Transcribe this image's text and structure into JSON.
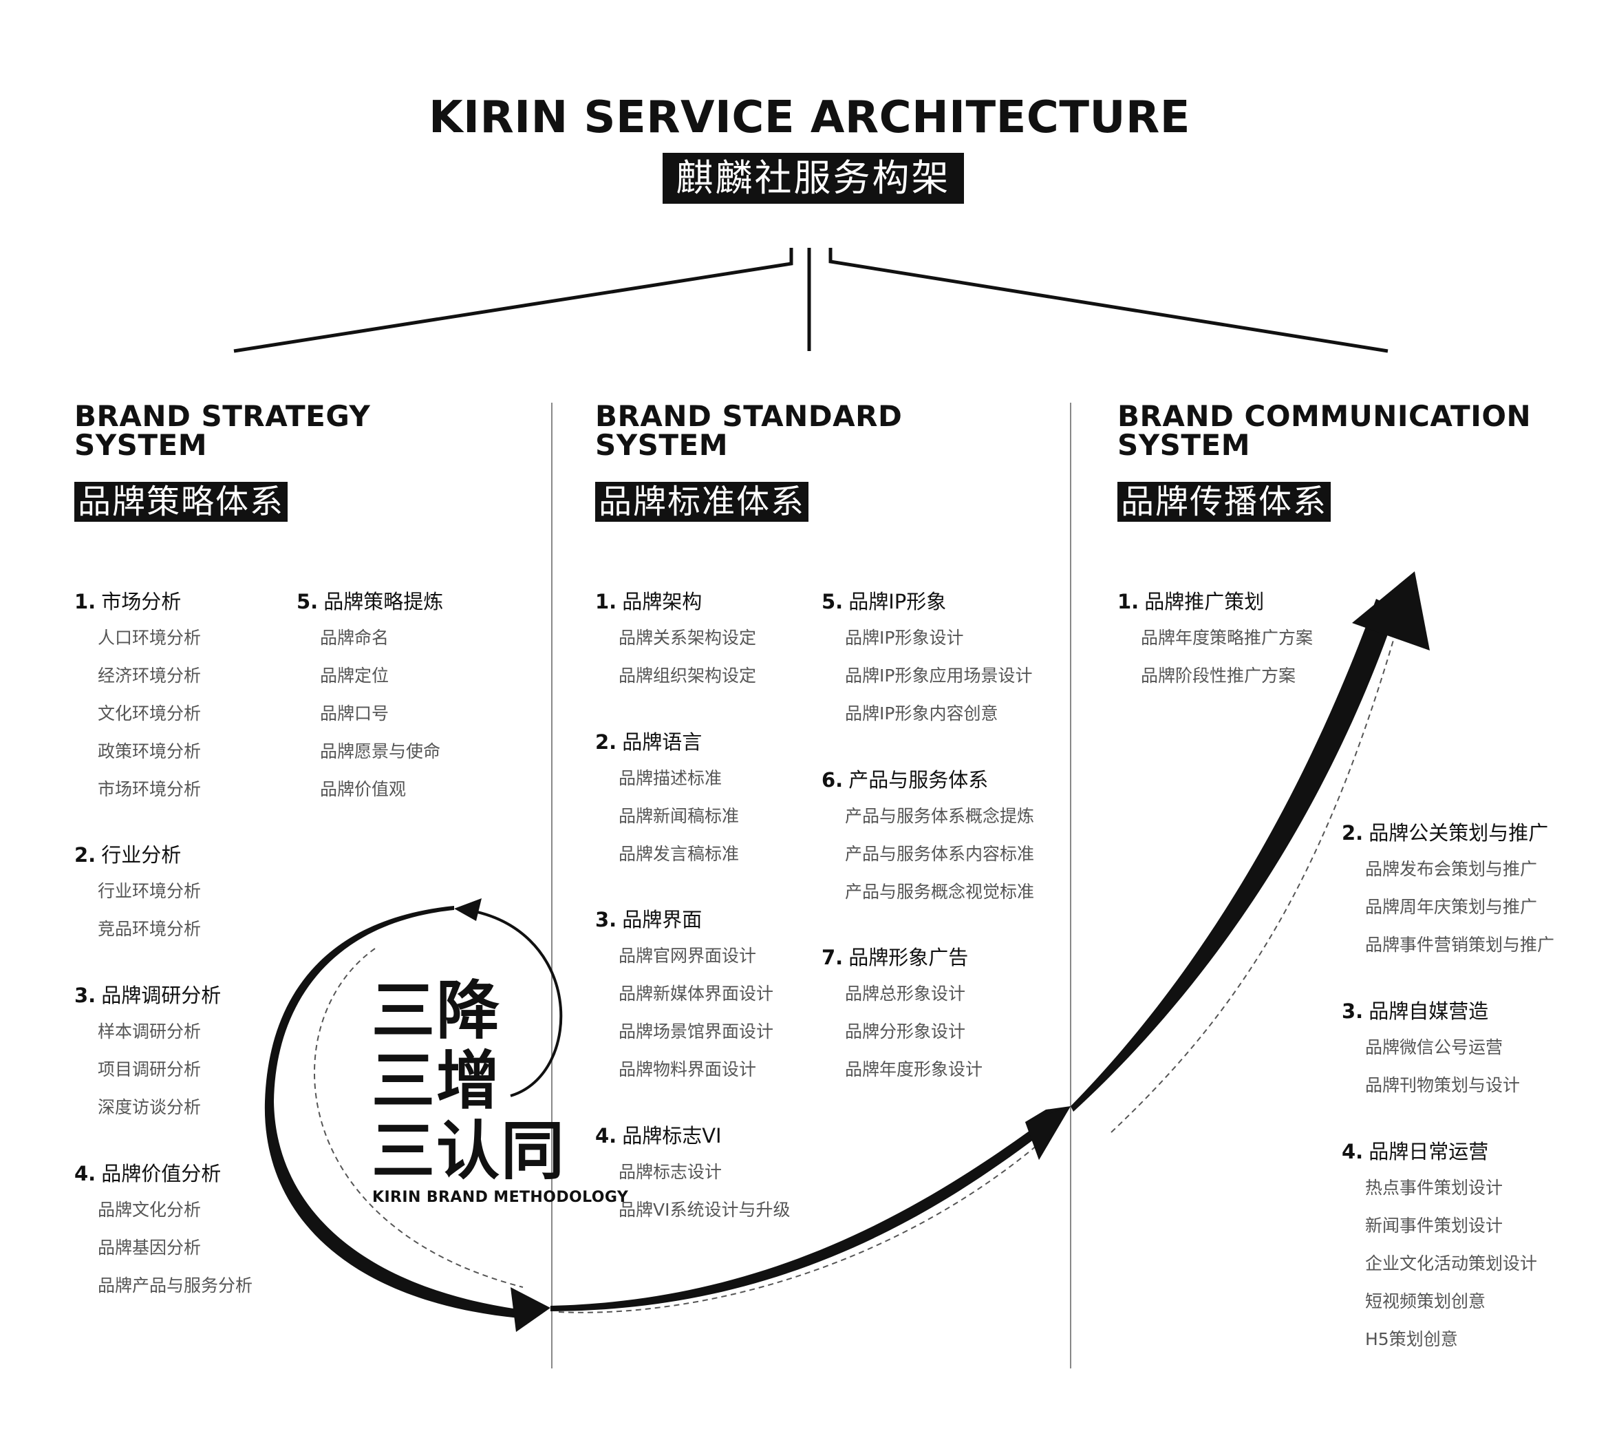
{
  "header": {
    "title": "KIRIN SERVICE ARCHITECTURE",
    "subtitle": "麒麟社服务构架"
  },
  "systems": [
    {
      "title_line1": "BRAND STRATEGY",
      "title_line2": "SYSTEM",
      "title_cn": "品牌策略体系",
      "sections": [
        {
          "num": "1.",
          "title": "市场分析",
          "items": [
            "人口环境分析",
            "经济环境分析",
            "文化环境分析",
            "政策环境分析",
            "市场环境分析"
          ]
        },
        {
          "num": "2.",
          "title": "行业分析",
          "items": [
            "行业环境分析",
            "竞品环境分析"
          ]
        },
        {
          "num": "3.",
          "title": "品牌调研分析",
          "items": [
            "样本调研分析",
            "项目调研分析",
            "深度访谈分析"
          ]
        },
        {
          "num": "4.",
          "title": "品牌价值分析",
          "items": [
            "品牌文化分析",
            "品牌基因分析",
            "品牌产品与服务分析"
          ]
        },
        {
          "num": "5.",
          "title": "品牌策略提炼",
          "items": [
            "品牌命名",
            "品牌定位",
            "品牌口号",
            "品牌愿景与使命",
            "品牌价值观"
          ]
        }
      ]
    },
    {
      "title_line1": "BRAND STANDARD",
      "title_line2": "SYSTEM",
      "title_cn": "品牌标准体系",
      "sections": [
        {
          "num": "1.",
          "title": "品牌架构",
          "items": [
            "品牌关系架构设定",
            "品牌组织架构设定"
          ]
        },
        {
          "num": "2.",
          "title": "品牌语言",
          "items": [
            "品牌描述标准",
            "品牌新闻稿标准",
            "品牌发言稿标准"
          ]
        },
        {
          "num": "3.",
          "title": "品牌界面",
          "items": [
            "品牌官网界面设计",
            "品牌新媒体界面设计",
            "品牌场景馆界面设计",
            "品牌物料界面设计"
          ]
        },
        {
          "num": "4.",
          "title": "品牌标志VI",
          "items": [
            "品牌标志设计",
            "品牌VI系统设计与升级"
          ]
        },
        {
          "num": "5.",
          "title": "品牌IP形象",
          "items": [
            "品牌IP形象设计",
            "品牌IP形象应用场景设计",
            "品牌IP形象内容创意"
          ]
        },
        {
          "num": "6.",
          "title": "产品与服务体系",
          "items": [
            "产品与服务体系概念提炼",
            "产品与服务体系内容标准",
            "产品与服务概念视觉标准"
          ]
        },
        {
          "num": "7.",
          "title": "品牌形象广告",
          "items": [
            "品牌总形象设计",
            "品牌分形象设计",
            "品牌年度形象设计"
          ]
        }
      ]
    },
    {
      "title_line1": "BRAND COMMUNICATION",
      "title_line2": "SYSTEM",
      "title_cn": "品牌传播体系",
      "sections": [
        {
          "num": "1.",
          "title": "品牌推广策划",
          "items": [
            "品牌年度策略推广方案",
            "品牌阶段性推广方案"
          ]
        },
        {
          "num": "2.",
          "title": "品牌公关策划与推广",
          "items": [
            "品牌发布会策划与推广",
            "品牌周年庆策划与推广",
            "品牌事件营销策划与推广"
          ]
        },
        {
          "num": "3.",
          "title": "品牌自媒营造",
          "items": [
            "品牌微信公号运营",
            "品牌刊物策划与设计"
          ]
        },
        {
          "num": "4.",
          "title": "品牌日常运营",
          "items": [
            "热点事件策划设计",
            "新闻事件策划设计",
            "企业文化活动策划设计",
            "短视频策划创意",
            "H5策划创意"
          ]
        }
      ]
    }
  ],
  "methodology": {
    "lines": [
      "三降",
      "三增",
      "三认同"
    ],
    "label": "KIRIN BRAND METHODOLOGY"
  },
  "colors": {
    "ink": "#111111",
    "item_text": "#555555",
    "divider": "#888888",
    "background": "#ffffff"
  }
}
